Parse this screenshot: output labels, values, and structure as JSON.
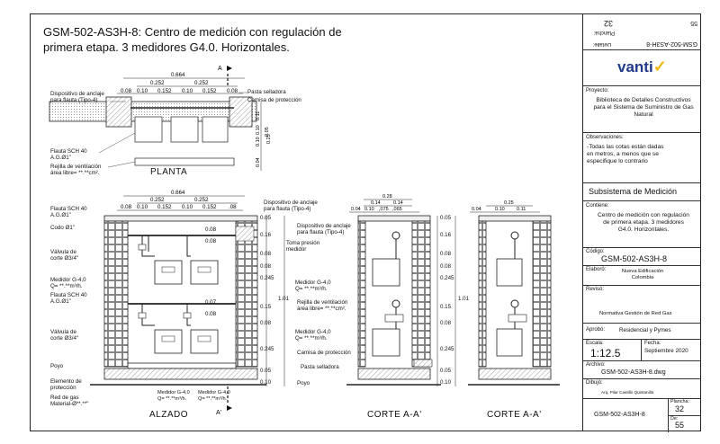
{
  "title": "GSM-502-AS3H-8: Centro de medición con regulación de primera etapa.  3 medidores G4.0. Horizontales.",
  "title_line1": "GSM-502-AS3H-8: Centro de medición con regulación de",
  "title_line2": "primera etapa.  3 medidores G4.0. Horizontales.",
  "views": {
    "planta": "PLANTA",
    "alzado": "ALZADO",
    "corte1": "CORTE A-A'",
    "corte2": "CORTE A-A'"
  },
  "section_marks": {
    "a_top": "A",
    "a_bottom": "A'"
  },
  "planta": {
    "dim_total": "0.664",
    "dim_half": [
      "0.252",
      "0.252"
    ],
    "dim_parts": [
      "0.08",
      "0.10",
      "0.152",
      "0.10",
      "0.152",
      "0.08"
    ],
    "labels": {
      "anclaje": "Dispositivo de anclaje para flauta (Tipo-4)",
      "anclaje_l1": "Dispositivo de anclaje",
      "anclaje_l2": "para flauta (Tipo-4)",
      "pasta": "Pasta selladora",
      "camisa": "Camisa de protección",
      "flauta_l1": "Flauta SCH 40",
      "flauta_l2": "A.G.Ø1\"",
      "rejilla_l1": "Rejilla de ventilación",
      "rejilla_l2": "área libre= **.**cm²."
    },
    "vert_dims": [
      "0.11",
      "0.10",
      "0.05",
      "0.10",
      "0.25",
      "0.04"
    ]
  },
  "alzado": {
    "dim_total": "0.664",
    "dim_half": [
      "0.252",
      "0.252"
    ],
    "dim_parts": [
      "0.08",
      "0.10",
      "0.152",
      "0.10",
      "0.152",
      ".08"
    ],
    "labels": {
      "flauta_l1": "Flauta SCH 40",
      "flauta_l2": "A.G.Ø1\"",
      "codo": "Codo Ø1\"",
      "valvula_l1": "Válvula de",
      "valvula_l2": "corte Ø3/4\"",
      "medidor_l1": "Medidor G-4,0",
      "medidor_l2": "Q= **.**m³/h.",
      "flauta2_l1": "Flauta SCH 40",
      "flauta2_l2": "A.G.Ø1\"",
      "valvula2_l1": "Válvula de",
      "valvula2_l2": "corte Ø3/4\"",
      "poyo": "Poyo",
      "elemento_l1": "Elemento de",
      "elemento_l2": "protección",
      "red_l1": "Red de gas",
      "red_l2": "Material-Ø**.**\"",
      "med_bottom1_l1": "Medidor G-4,0",
      "med_bottom1_l2": "Q= **.**m³/h.",
      "med_bottom2_l1": "Medidor G-4,0",
      "med_bottom2_l2": "Q= **.**m³/h."
    },
    "inner_dims": [
      "0.08",
      "0.08",
      "0.07",
      "0.08"
    ],
    "right_dims": [
      "0.05",
      "0.16",
      "0.08",
      "0.08",
      "0.245",
      "1.01",
      "0.15",
      "0.08",
      "0.245",
      "0.05",
      "0.10"
    ]
  },
  "middle_labels": {
    "anclaje_top_l1": "Dispositivo de anclaje",
    "anclaje_top_l2": "para flauta (Tipo-4)",
    "anclaje_l1": "Dispositivo de anclaje",
    "anclaje_l2": "para flauta (Tipo-4)",
    "toma_l1": "Toma presión",
    "toma_l2": "medidor",
    "medidor_l1": "Medidor G-4,0",
    "medidor_l2": "Q= **.**m³/h.",
    "rejilla_l1": "Rejilla de ventilación",
    "rejilla_l2": "área libre=  **.**cm².",
    "medidor2_l1": "Medidor G-4,0",
    "medidor2_l2": "Q= **.**m³/h.",
    "camisa": "Camisa de protección",
    "pasta": "Pasta selladora",
    "poyo": "Poyo"
  },
  "corte1": {
    "dim_total": "0.28",
    "dim_mid": [
      "0.14",
      "0.14"
    ],
    "dim_parts": [
      "0.04",
      "0.10",
      ",075",
      ",065"
    ],
    "right_dims": [
      "0.05",
      "0.16",
      "0.08",
      "0.08",
      "0.245",
      "1.01",
      "0.15",
      "0.08",
      "0.245",
      "0.05",
      "0.10"
    ]
  },
  "corte2": {
    "dim_total": "0.25",
    "dim_parts": [
      "0.04",
      "0.10",
      "0.11"
    ]
  },
  "title_block": {
    "rot_code": "GSM-502-AS3H-8",
    "rot_detalle": "Detalle:",
    "rot_plancha_label": "Plancha:",
    "rot_plancha": "32",
    "rot_de": "55",
    "logo": "vanti",
    "proyecto_label": "Proyecto:",
    "proyecto": "Biblioteca de Detalles Constructivos para el Sistema de Suministro de Gas Natural",
    "observaciones_label": "Observaciones:",
    "observaciones": "-Todas las cotas están dadas en metros, a menos que se especifique lo contrario",
    "subsistema": "Subsistema de Medición",
    "contiene_label": "Contiene:",
    "contiene": "Centro de medición con regulación de primera etapa. 3 medidores G4.0. Horizontales.",
    "codigo_label": "Código:",
    "codigo": "GSM-502-AS3H-8",
    "elaboro_label": "Elaboró:",
    "elaboro": "Nueva Edificación Colombia",
    "reviso_label": "Revisó:",
    "reviso": "Normativa Gestión de Red Gas",
    "aprobo_label": "Aprobó:",
    "aprobo": "Residencial y Pymes",
    "escala_label": "Escala:",
    "escala": "1:12.5",
    "fecha_label": "Fecha:",
    "fecha": "Septiembre 2020",
    "archivo_label": "Archivo:",
    "archivo": "GSM-502-AS3H-8.dwg",
    "dibujo_label": "Dibujó:",
    "dibujo": "Arq. Pilar Castillo Quintanilla",
    "plancha_label": "Plancha:",
    "plancha": "32",
    "de_label": "De:",
    "de": "55",
    "code_bottom": "GSM-502-AS3H-8"
  },
  "colors": {
    "line": "#222222",
    "hatch": "#9a9a9a",
    "logo_blue": "#1f3a8a",
    "logo_yellow": "#f2b705"
  }
}
